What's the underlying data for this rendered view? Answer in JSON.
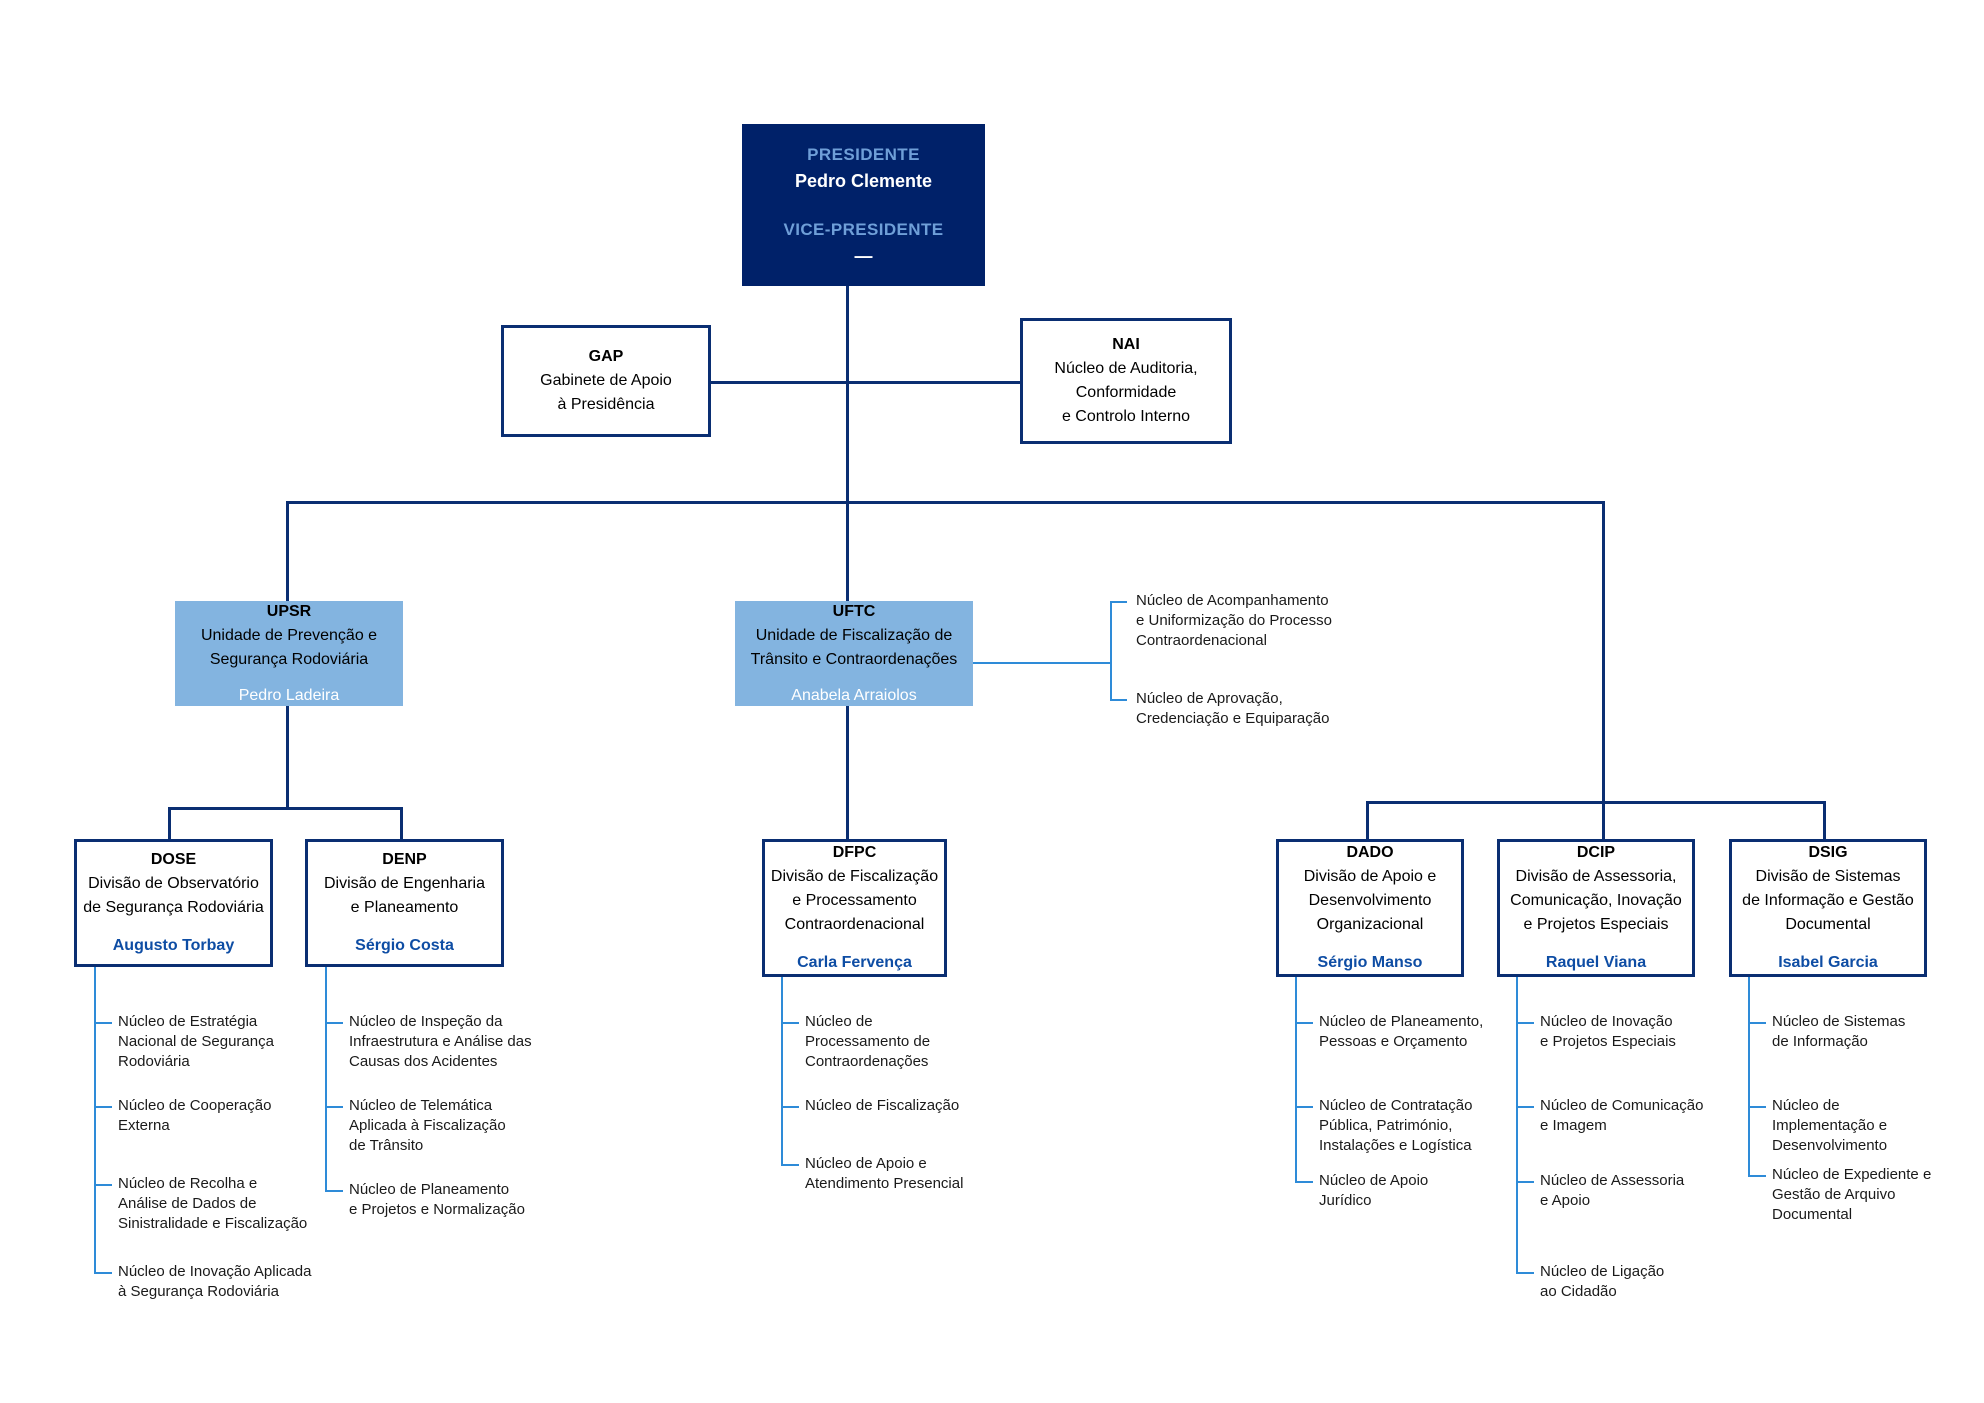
{
  "meta": {
    "title": "Organograma",
    "colors": {
      "navy_fill": "#002169",
      "navy_border": "#0a2e72",
      "unit_fill": "#83b4e0",
      "person_text": "#0e4da4",
      "connector_light": "#2e8bd8"
    }
  },
  "president": {
    "role_label": "PRESIDENTE",
    "name": "Pedro Clemente",
    "vice_label": "VICE-PRESIDENTE",
    "vice_name": "—"
  },
  "staff": [
    {
      "code": "GAP",
      "lines": [
        "Gabinete de Apoio",
        "à Presidência"
      ]
    },
    {
      "code": "NAI",
      "lines": [
        "Núcleo de Auditoria,",
        "Conformidade",
        "e Controlo Interno"
      ]
    }
  ],
  "units": [
    {
      "code": "UPSR",
      "lines": [
        "Unidade de Prevenção e",
        "Segurança Rodoviária"
      ],
      "person": "Pedro Ladeira"
    },
    {
      "code": "UFTC",
      "lines": [
        "Unidade de Fiscalização de",
        "Trânsito e Contraordenações"
      ],
      "person": "Anabela Arraiolos"
    }
  ],
  "uftc_nucleos": [
    [
      "Núcleo de Acompanhamento",
      "e Uniformização do Processo",
      "Contraordenacional"
    ],
    [
      "Núcleo de Aprovação,",
      "Credenciação e Equiparação"
    ]
  ],
  "divisions": [
    {
      "code": "DOSE",
      "lines": [
        "Divisão de Observatório",
        "de Segurança Rodoviária"
      ],
      "person": "Augusto Torbay",
      "nucleos": [
        [
          "Núcleo de Estratégia",
          "Nacional de Segurança",
          "Rodoviária"
        ],
        [
          "Núcleo de Cooperação",
          "Externa"
        ],
        [
          "Núcleo de Recolha e",
          "Análise de Dados de",
          "Sinistralidade e Fiscalização"
        ],
        [
          "Núcleo de Inovação Aplicada",
          "à Segurança Rodoviária"
        ]
      ]
    },
    {
      "code": "DENP",
      "lines": [
        "Divisão de Engenharia",
        "e Planeamento"
      ],
      "person": "Sérgio Costa",
      "nucleos": [
        [
          "Núcleo de Inspeção da",
          "Infraestrutura e Análise das",
          "Causas dos Acidentes"
        ],
        [
          "Núcleo de Telemática",
          "Aplicada à Fiscalização",
          "de Trânsito"
        ],
        [
          "Núcleo de Planeamento",
          "e Projetos e Normalização"
        ]
      ]
    },
    {
      "code": "DFPC",
      "lines": [
        "Divisão de Fiscalização",
        "e Processamento",
        "Contraordenacional"
      ],
      "person": "Carla Fervença",
      "nucleos": [
        [
          "Núcleo de",
          "Processamento de",
          "Contraordenações"
        ],
        [
          "Núcleo de Fiscalização"
        ],
        [
          "Núcleo de Apoio e",
          "Atendimento Presencial"
        ]
      ]
    },
    {
      "code": "DADO",
      "lines": [
        "Divisão de Apoio e",
        "Desenvolvimento",
        "Organizacional"
      ],
      "person": "Sérgio Manso",
      "nucleos": [
        [
          "Núcleo de Planeamento,",
          "Pessoas e Orçamento"
        ],
        [
          "Núcleo de Contratação",
          "Pública, Património,",
          "Instalações e Logística"
        ],
        [
          "Núcleo de Apoio",
          "Jurídico"
        ]
      ]
    },
    {
      "code": "DCIP",
      "lines": [
        "Divisão de Assessoria,",
        "Comunicação, Inovação",
        "e Projetos Especiais"
      ],
      "person": "Raquel Viana",
      "nucleos": [
        [
          "Núcleo de Inovação",
          "e Projetos Especiais"
        ],
        [
          "Núcleo de Comunicação",
          "e Imagem"
        ],
        [
          "Núcleo de Assessoria",
          "e Apoio"
        ],
        [
          "Núcleo de Ligação",
          "ao Cidadão"
        ]
      ]
    },
    {
      "code": "DSIG",
      "lines": [
        "Divisão de Sistemas",
        "de Informação e Gestão",
        "Documental"
      ],
      "person": "Isabel Garcia",
      "nucleos": [
        [
          "Núcleo de Sistemas",
          "de Informação"
        ],
        [
          "Núcleo de",
          "Implementação e",
          "Desenvolvimento"
        ],
        [
          "Núcleo de Expediente e",
          "Gestão de Arquivo",
          "Documental"
        ]
      ]
    }
  ]
}
